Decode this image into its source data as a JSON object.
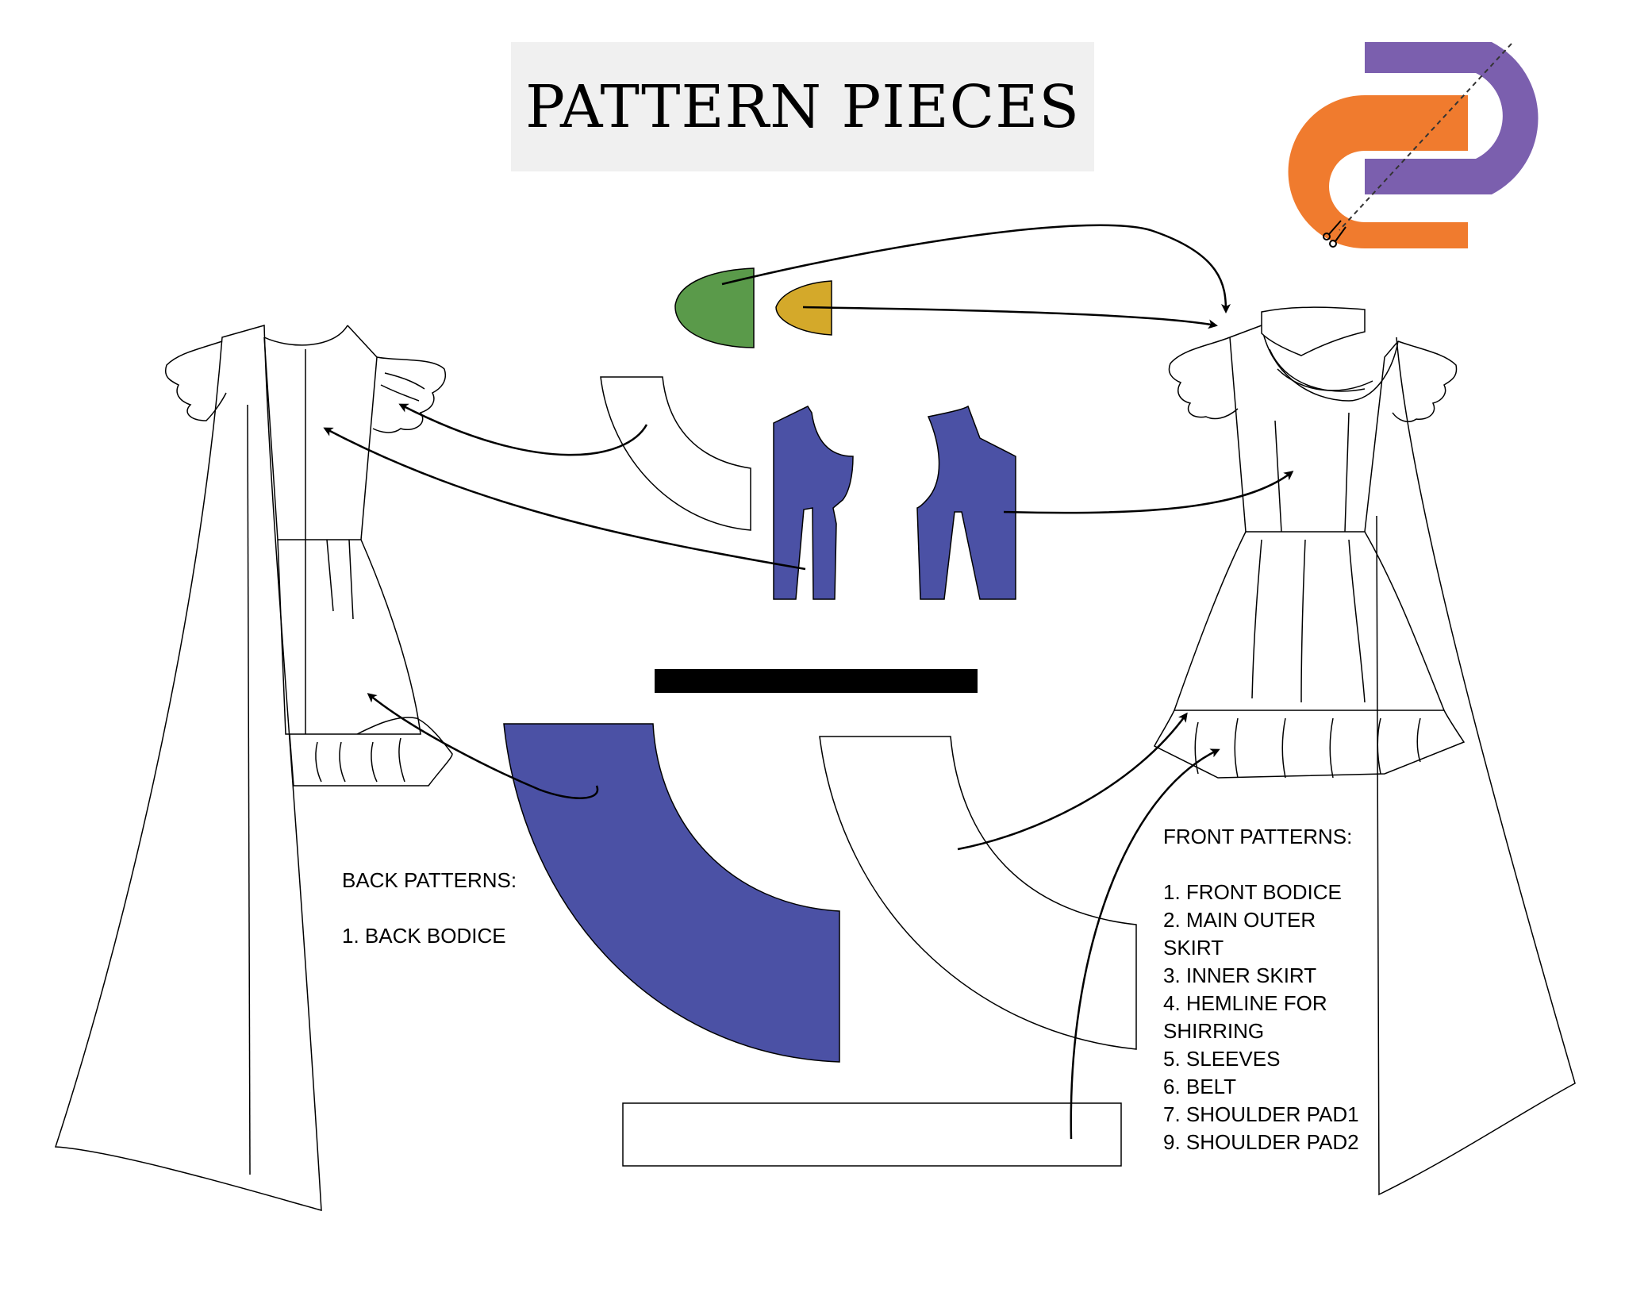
{
  "title": "PATTERN PIECES",
  "back_patterns": {
    "heading": "BACK PATTERNS:",
    "items": [
      "1. BACK BODICE"
    ]
  },
  "front_patterns": {
    "heading": "FRONT PATTERNS:",
    "items": [
      "1. FRONT BODICE",
      "2. MAIN OUTER",
      "SKIRT",
      "3. INNER SKIRT",
      "4. HEMLINE FOR",
      "SHIRRING",
      "5. SLEEVES",
      "6. BELT",
      "7. SHOULDER PAD1",
      "9. SHOULDER PAD2"
    ]
  },
  "colors": {
    "bodice_blue": "#4b51a5",
    "pad_green": "#5a9a4a",
    "pad_yellow": "#d4a92a",
    "logo_orange": "#f07b2e",
    "logo_purple": "#7b5fae",
    "belt_black": "#000000",
    "title_bg": "#f0f0f0"
  },
  "icons": [
    "scissors-icon",
    "brand-logo"
  ]
}
